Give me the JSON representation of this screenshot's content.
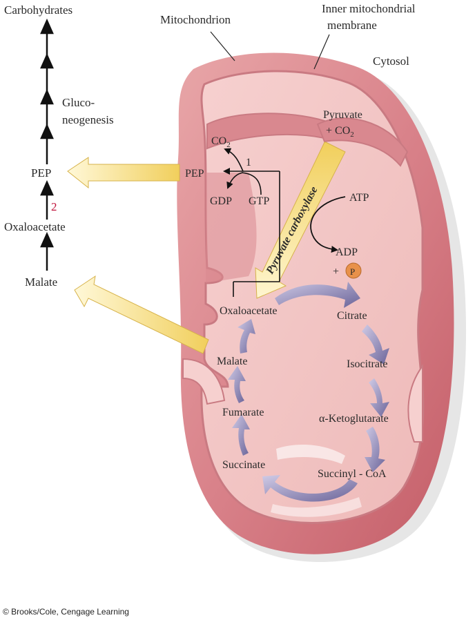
{
  "left_pathway": {
    "carbohydrates": "Carbohydrates",
    "gluconeogenesis_line1": "Gluco-",
    "gluconeogenesis_line2": "neogenesis",
    "pep": "PEP",
    "step_number": "2",
    "oxaloacetate": "Oxaloacetate",
    "malate": "Malate"
  },
  "callouts": {
    "mitochondrion": "Mitochondrion",
    "inner_membrane_line1": "Inner mitochondrial",
    "inner_membrane_line2": "membrane",
    "cytosol": "Cytosol"
  },
  "reaction": {
    "pyruvate": "Pyruvate",
    "plus_co2": "+ CO",
    "co2_sub": "2",
    "co2": "CO",
    "pep": "PEP",
    "step_number": "1",
    "gdp": "GDP",
    "gtp": "GTP",
    "atp": "ATP",
    "adp": "ADP",
    "plus": "+",
    "phosphate": "P",
    "enzyme": "Pyruvate carboxylase"
  },
  "tca_cycle": {
    "oxaloacetate": "Oxaloacetate",
    "citrate": "Citrate",
    "isocitrate": "Isocitrate",
    "alpha_ketoglutarate": "α-Ketoglutarate",
    "succinyl_coa": "Succinyl - CoA",
    "succinate": "Succinate",
    "fumarate": "Fumarate",
    "malate": "Malate"
  },
  "colors": {
    "mito_outer": "#d9828a",
    "mito_matrix": "#f2c4c4",
    "cycle_arrow": "#7a73a6",
    "export_arrow": "#f5d66a",
    "step_number": "#c0143c",
    "phosphate": "#e8914a"
  },
  "credit": "© Brooks/Cole, Cengage Learning"
}
